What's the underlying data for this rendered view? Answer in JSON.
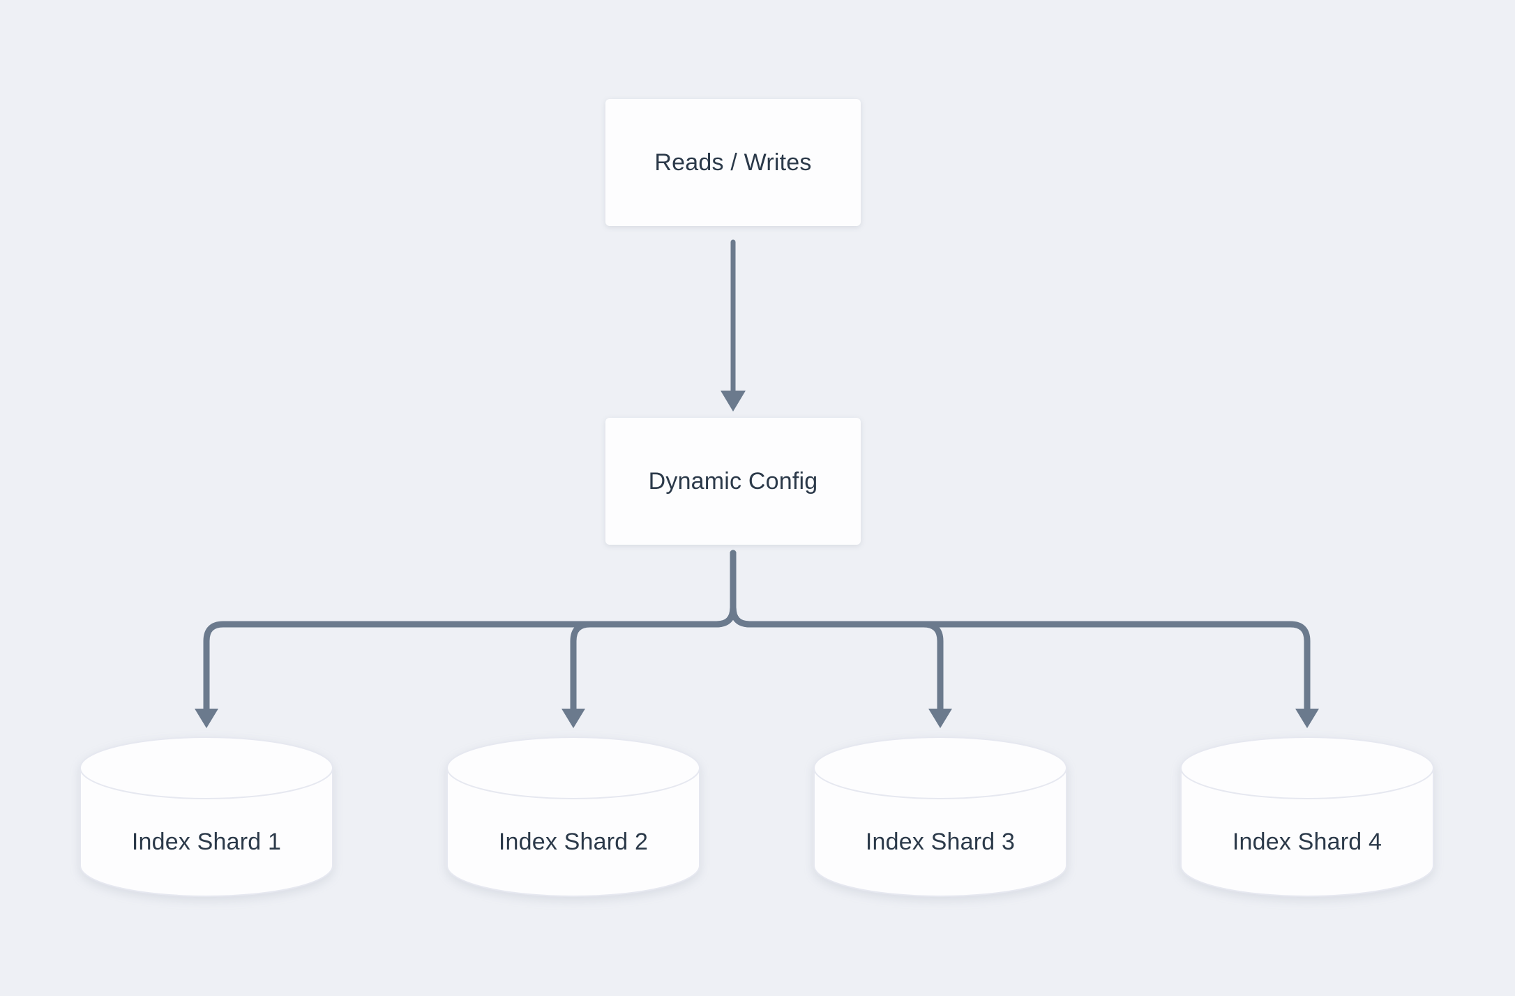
{
  "diagram_type": "flowchart",
  "nodes": {
    "reads_writes": {
      "label": "Reads / Writes",
      "shape": "rectangle"
    },
    "dynamic_config": {
      "label": "Dynamic Config",
      "shape": "rectangle"
    },
    "shards": [
      {
        "label": "Index Shard 1",
        "shape": "cylinder"
      },
      {
        "label": "Index Shard 2",
        "shape": "cylinder"
      },
      {
        "label": "Index Shard 3",
        "shape": "cylinder"
      },
      {
        "label": "Index Shard 4",
        "shape": "cylinder"
      }
    ]
  },
  "edges": [
    {
      "from": "Reads / Writes",
      "to": "Dynamic Config",
      "arrow": true
    },
    {
      "from": "Dynamic Config",
      "to": "Index Shard 1",
      "arrow": true
    },
    {
      "from": "Dynamic Config",
      "to": "Index Shard 2",
      "arrow": true
    },
    {
      "from": "Dynamic Config",
      "to": "Index Shard 3",
      "arrow": true
    },
    {
      "from": "Dynamic Config",
      "to": "Index Shard 4",
      "arrow": true
    }
  ],
  "colors": {
    "background": "#eef0f5",
    "node_fill": "#fdfdfe",
    "connector": "#6b7a8d",
    "text": "#2b3949",
    "cylinder_stroke": "#e6e8f0"
  }
}
